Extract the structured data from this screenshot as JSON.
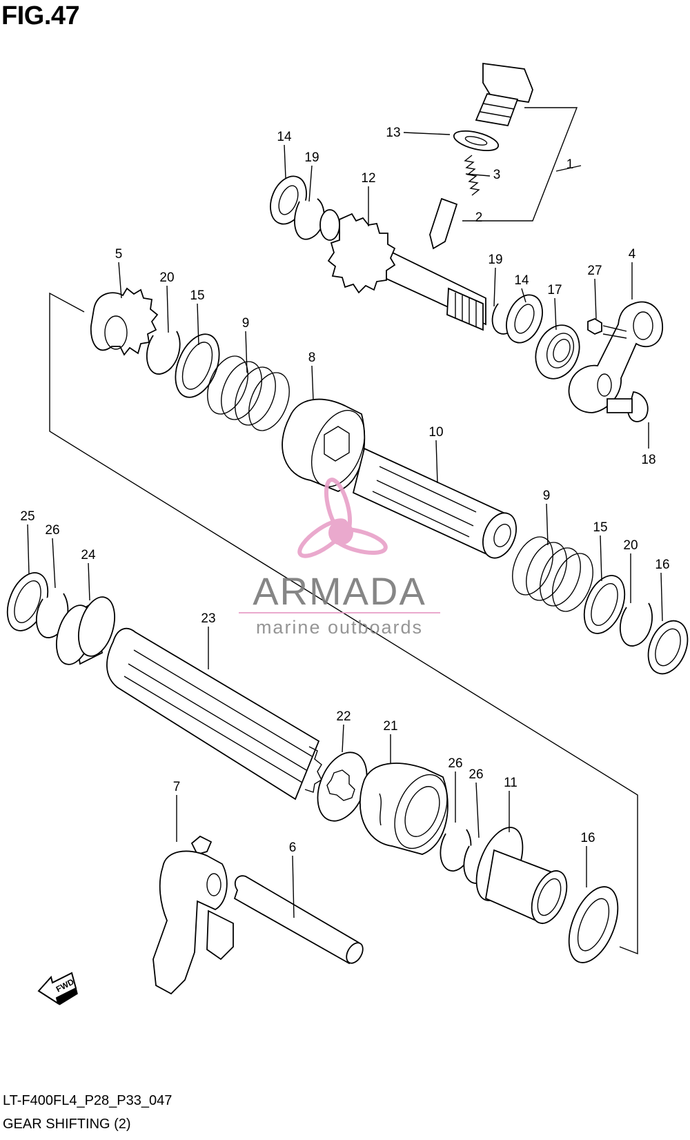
{
  "figure": {
    "title": "FIG.47",
    "model_code": "LT-F400FL4_P28_P33_047",
    "section_name": "GEAR SHIFTING (2)"
  },
  "fwd_badge": "FWD",
  "watermark": {
    "brand": "ARMADA",
    "tagline": "marine outboards",
    "color": "#E8A0C8"
  },
  "callouts": [
    "1",
    "2",
    "3",
    "4",
    "5",
    "6",
    "7",
    "8",
    "9",
    "9",
    "10",
    "11",
    "12",
    "13",
    "14",
    "14",
    "15",
    "15",
    "16",
    "16",
    "17",
    "18",
    "19",
    "19",
    "20",
    "20",
    "21",
    "22",
    "23",
    "24",
    "25",
    "26",
    "26",
    "26",
    "27"
  ]
}
